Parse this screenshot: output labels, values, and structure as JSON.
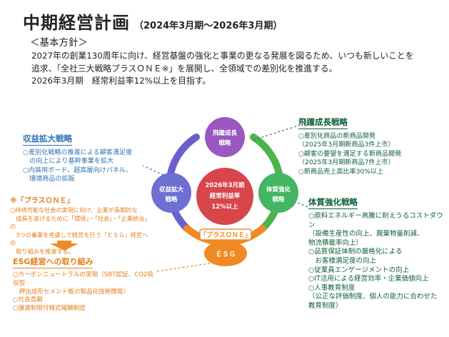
{
  "header": {
    "title": "中期経営計画",
    "subtitle": "（2024年3月期～2026年3月期）",
    "basic_policy": "＜基本方針＞"
  },
  "intro": [
    "2027年の創業130周年に向け、経営基盤の強化と事業の更なる発展を図るため、いつも新しいことを",
    "追求、「全社三大戦略プラスＯＮＥ※」を展開し、全領域での差別化を推進する。",
    "2026年3月期　経常利益率12%以上を目指す。"
  ],
  "diagram": {
    "center": [
      "2026年3月期",
      "経常利益率",
      "12%以上"
    ],
    "top": [
      "飛躍成長",
      "戦略"
    ],
    "left": [
      "収益拡大",
      "戦略"
    ],
    "right": [
      "体質強化",
      "戦略"
    ],
    "bottom": "ＥＳＧ",
    "plus_one_label": "「プラスＯＮＥ」",
    "colors": {
      "center": "#d8454a",
      "top": "#9b57c0",
      "left": "#6d6fd3",
      "right": "#43b563",
      "bottom": "#f08a24",
      "ring_left": "#6b5fd0",
      "ring_right": "#4ab54a",
      "ring_bottom": "#f08a24"
    }
  },
  "left_panel": {
    "heading": "収益拡大戦略",
    "items": [
      "○差別化戦略の推進による顧客満足度",
      "　の向上により基幹事業を拡大",
      "○内装用ボード、超高層向けパネル、",
      "　環境商品の拡販"
    ]
  },
  "plus_panel": {
    "heading": "※「プラスＯＮＥ」",
    "items": [
      "○持続可能な社会の実現に向け、企業が長期的な",
      "　成長を遂げるために「環境」・「社会」・「企業統治」の",
      "　3つの事業を考慮して経営を行う「ＥＳＧ」経営への",
      "　取り組みを推進する。"
    ]
  },
  "esg_panel": {
    "heading": "ESG経営への取り組み",
    "items": [
      "○カーボンニュートラルの実現（SBT認証、CO2吸収型",
      "　押出成形セメント板の製品化技術開発）",
      "○社会貢献",
      "○譲渡制限付株式報酬制度"
    ]
  },
  "top_panel": {
    "heading": "飛躍成長戦略",
    "items": [
      "○差別化商品の新商品開発",
      "（2025年3月期新商品3件上市）",
      "○顧客の要望を満足する新商品開発",
      "（2025年3月期新商品7件上市）",
      "○新商品売上高比率30%以上"
    ]
  },
  "right_panel": {
    "heading": "体質強化戦略",
    "items": [
      "○原料エネルギー高騰に耐えうるコストダウン",
      "（設備生産性の向上、廃棄物量削減、",
      "物流積載率向上）",
      "○品質保証体制の厳格化による",
      "　お客様満足度の向上",
      "○従業員エンゲージメントの向上",
      "○IT活用による経営効率・企業価値向上",
      "○人事教育制度",
      "（公正な評価制度、個人の能力に合わせた",
      "教育制度）"
    ]
  }
}
